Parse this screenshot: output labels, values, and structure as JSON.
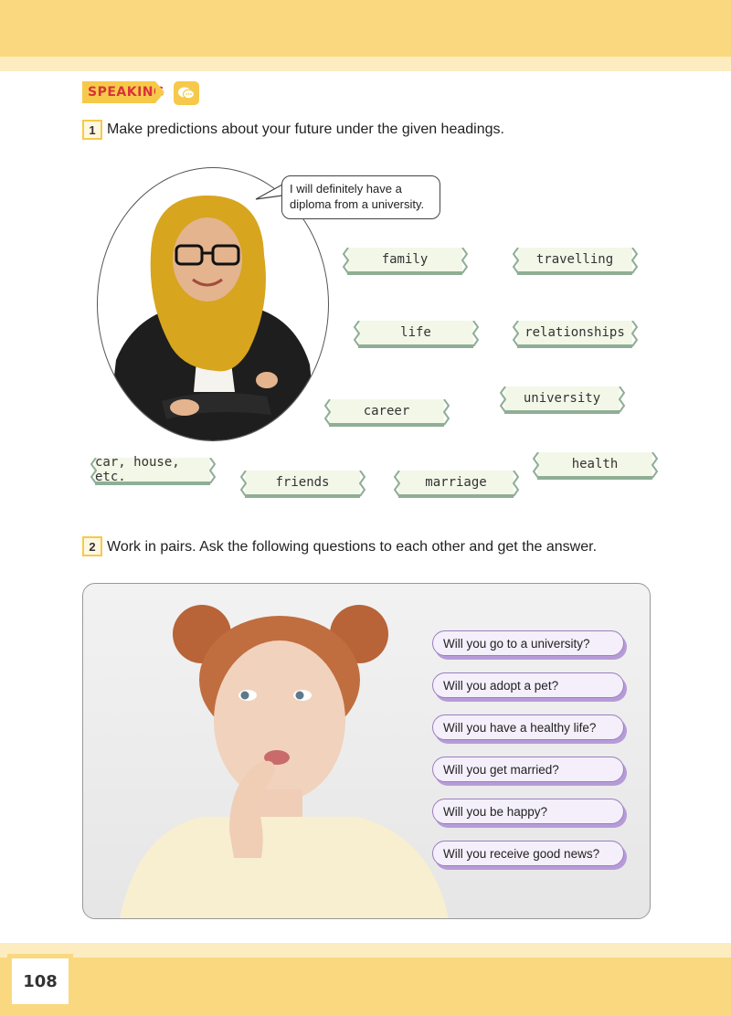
{
  "header": {
    "section_label": "SPEAKING",
    "icon": "speech-bubbles-icon"
  },
  "task1": {
    "number": "1",
    "instruction": "Make predictions about your future under the given headings.",
    "speech_bubble": "I will definitely have a diploma from a university.",
    "headings": [
      "family",
      "travelling",
      "life",
      "relationships",
      "career",
      "university",
      "car, house, etc.",
      "friends",
      "marriage",
      "health"
    ]
  },
  "task2": {
    "number": "2",
    "instruction": "Work in pairs. Ask the following questions to each other and get the answer.",
    "questions": [
      "Will you go to a university?",
      "Will you adopt a pet?",
      "Will you have a healthy life?",
      "Will you get married?",
      "Will you be happy?",
      "Will you receive good news?"
    ]
  },
  "footer": {
    "page_number": "108"
  },
  "colors": {
    "band": "#f9d87f",
    "band_light": "#fcecc0",
    "tag_green": "#8fae95",
    "question_purple": "#9b7fc0",
    "speaking_red": "#d8333a"
  }
}
